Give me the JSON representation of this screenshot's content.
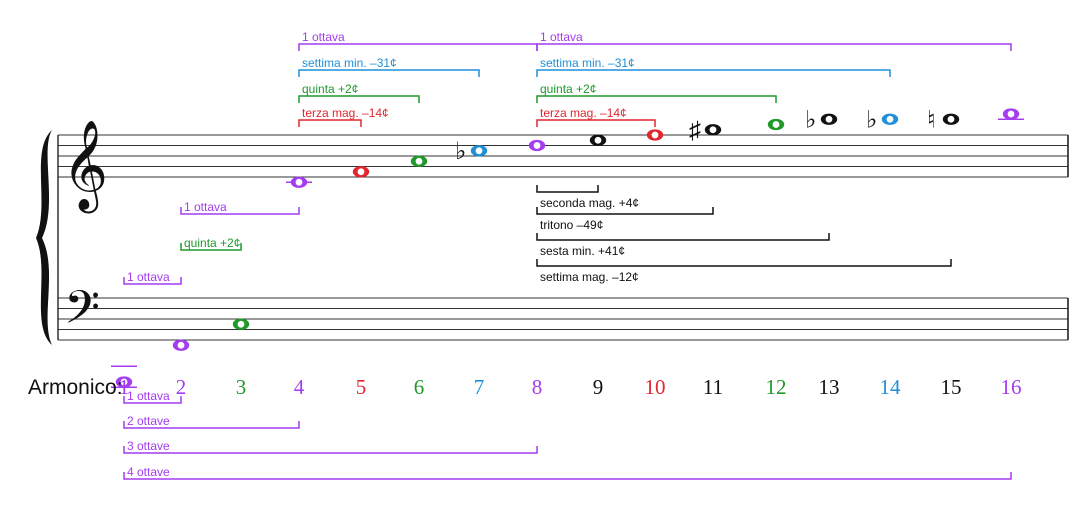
{
  "axis_label": "Armonico:",
  "colors": {
    "purple": "#a43cf0",
    "blue": "#1f8fd8",
    "green": "#1f9a2a",
    "red": "#e0262f",
    "black": "#111111"
  },
  "harmonics": [
    {
      "n": "1",
      "color": "purple",
      "staff": "bass",
      "note_step": -8,
      "ledger": "below"
    },
    {
      "n": "2",
      "color": "purple",
      "staff": "bass",
      "note_step": -1
    },
    {
      "n": "3",
      "color": "green",
      "staff": "bass",
      "note_step": 3
    },
    {
      "n": "4",
      "color": "purple",
      "staff": "treble",
      "note_step": -1,
      "ledger": "through"
    },
    {
      "n": "5",
      "color": "red",
      "staff": "treble",
      "note_step": 1
    },
    {
      "n": "6",
      "color": "green",
      "staff": "treble",
      "note_step": 3
    },
    {
      "n": "7",
      "color": "blue",
      "staff": "treble",
      "note_step": 5,
      "accidental": "flat"
    },
    {
      "n": "8",
      "color": "purple",
      "staff": "treble",
      "note_step": 6
    },
    {
      "n": "9",
      "color": "black",
      "staff": "treble",
      "note_step": 7
    },
    {
      "n": "10",
      "color": "red",
      "staff": "treble",
      "note_step": 8
    },
    {
      "n": "11",
      "color": "black",
      "staff": "treble",
      "note_step": 9,
      "accidental": "sharp"
    },
    {
      "n": "12",
      "color": "green",
      "staff": "treble",
      "note_step": 10
    },
    {
      "n": "13",
      "color": "black",
      "staff": "treble",
      "note_step": 11,
      "accidental": "flat"
    },
    {
      "n": "14",
      "color": "blue",
      "staff": "treble",
      "note_step": 11,
      "accidental": "flat"
    },
    {
      "n": "15",
      "color": "black",
      "staff": "treble",
      "note_step": 11,
      "accidental": "natural"
    },
    {
      "n": "16",
      "color": "purple",
      "staff": "treble",
      "note_step": 12,
      "ledger": "below"
    }
  ],
  "top_brackets_left": [
    {
      "label": "1 ottava",
      "color": "purple",
      "from": "4",
      "to": "8"
    },
    {
      "label": "settima min. –31¢",
      "color": "blue",
      "from": "4",
      "to": "7"
    },
    {
      "label": "quinta +2¢",
      "color": "green",
      "from": "4",
      "to": "6"
    },
    {
      "label": "terza mag. –14¢",
      "color": "red",
      "from": "4",
      "to": "5"
    }
  ],
  "top_brackets_right": [
    {
      "label": "1 ottava",
      "color": "purple",
      "from": "8",
      "to": "16"
    },
    {
      "label": "settima min. –31¢",
      "color": "blue",
      "from": "8",
      "to": "14"
    },
    {
      "label": "quinta +2¢",
      "color": "green",
      "from": "8",
      "to": "12"
    },
    {
      "label": "terza mag. –14¢",
      "color": "red",
      "from": "8",
      "to": "10"
    }
  ],
  "mid_brackets": [
    {
      "label": "seconda mag. +4¢",
      "color": "black",
      "from": "8",
      "to": "9"
    },
    {
      "label": "tritono –49¢",
      "color": "black",
      "from": "8",
      "to": "11"
    },
    {
      "label": "sesta min. +41¢",
      "color": "black",
      "from": "8",
      "to": "13"
    },
    {
      "label": "settima mag. –12¢",
      "color": "black",
      "from": "8",
      "to": "15"
    }
  ],
  "low_left_brackets": [
    {
      "label": "1 ottava",
      "color": "purple",
      "from": "2",
      "to": "4"
    },
    {
      "label": "quinta +2¢",
      "color": "green",
      "from": "2",
      "to": "3"
    },
    {
      "label": "1 ottava",
      "color": "purple",
      "from": "1",
      "to": "2"
    }
  ],
  "bottom_brackets": [
    {
      "label": "1 ottava",
      "color": "purple",
      "from": "1",
      "to": "2"
    },
    {
      "label": "2 ottave",
      "color": "purple",
      "from": "1",
      "to": "4"
    },
    {
      "label": "3 ottave",
      "color": "purple",
      "from": "1",
      "to": "8"
    },
    {
      "label": "4 ottave",
      "color": "purple",
      "from": "1",
      "to": "16"
    }
  ]
}
